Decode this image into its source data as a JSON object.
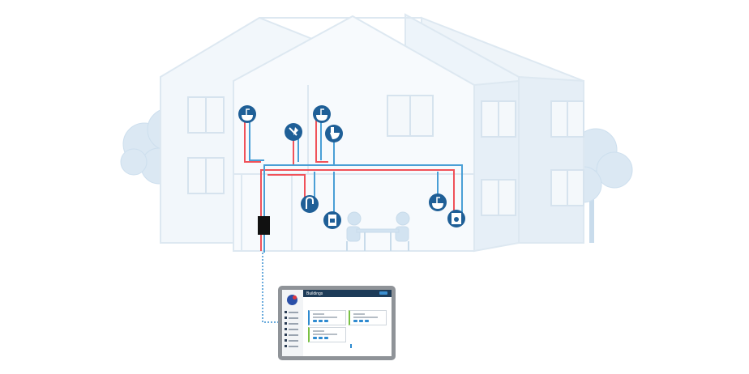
{
  "colors": {
    "house_outline": "#dde8f1",
    "house_fill_front": "#f5f9fc",
    "house_fill_side": "#e9f1f8",
    "tree": "#d7e6f3",
    "hot_pipe": "#f0525a",
    "cold_pipe": "#4a9fd6",
    "icon_fill": "#1f5f97",
    "device_box": "#111111",
    "tablet_frame": "#8f9398",
    "tablet_header": "#1d3b58",
    "connector": "#3a8fd0"
  },
  "fixtures": [
    {
      "name": "wash-basin-upstairs",
      "icon": "wash-basin-icon"
    },
    {
      "name": "shower",
      "icon": "shower-icon"
    },
    {
      "name": "wash-basin-bathroom",
      "icon": "wash-basin-icon"
    },
    {
      "name": "toilet",
      "icon": "toilet-icon"
    },
    {
      "name": "kitchen-tap",
      "icon": "tap-icon"
    },
    {
      "name": "dishwasher",
      "icon": "dishwasher-icon"
    },
    {
      "name": "wash-basin-downstairs",
      "icon": "wash-basin-icon"
    },
    {
      "name": "washing-machine",
      "icon": "washing-machine-icon"
    }
  ],
  "device": {
    "icon": "control-unit-icon"
  },
  "tablet": {
    "header_title": "Buildings",
    "icon": "tablet-icon"
  }
}
